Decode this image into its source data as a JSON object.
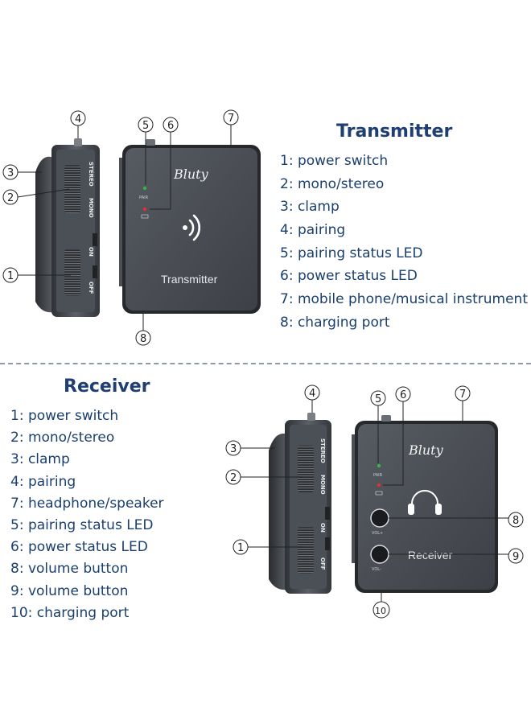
{
  "transmitter": {
    "title": "Transmitter",
    "brand": "Bluty",
    "device_name": "Transmitter",
    "pair_label": "PAIR",
    "switch_labels": {
      "stereo": "STEREO",
      "mono": "MONO",
      "on": "ON",
      "off": "OFF"
    },
    "legend": [
      "1: power switch",
      "2: mono/stereo",
      "3: clamp",
      "4: pairing",
      "5: pairing status LED",
      "6: power status LED",
      "7: mobile phone/musical instrument",
      "8: charging port"
    ],
    "callouts": [
      "1",
      "2",
      "3",
      "4",
      "5",
      "6",
      "7",
      "8"
    ]
  },
  "receiver": {
    "title": "Receiver",
    "brand": "Bluty",
    "device_name": "Receiver",
    "pair_label": "PAIR",
    "vol_plus": "VOL+",
    "vol_minus": "VOL-",
    "switch_labels": {
      "stereo": "STEREO",
      "mono": "MONO",
      "on": "ON",
      "off": "OFF"
    },
    "legend": [
      "1: power switch",
      "2: mono/stereo",
      "3: clamp",
      "4: pairing",
      "7: headphone/speaker",
      "5: pairing status LED",
      "6: power status LED",
      "8: volume button",
      "9: volume button",
      "10: charging port"
    ],
    "callouts": [
      "1",
      "2",
      "3",
      "4",
      "5",
      "6",
      "7",
      "8",
      "9",
      "10"
    ]
  },
  "colors": {
    "title": "#1f3f73",
    "legend_text": "#1a3f6e",
    "device_body": "#3b3e43",
    "device_face": "#4a4e55",
    "led_green": "#2fb84a",
    "led_red": "#e03030"
  },
  "icons": {
    "wireless": "wireless-signal-icon",
    "headphone": "headphone-icon",
    "battery": "battery-icon"
  }
}
